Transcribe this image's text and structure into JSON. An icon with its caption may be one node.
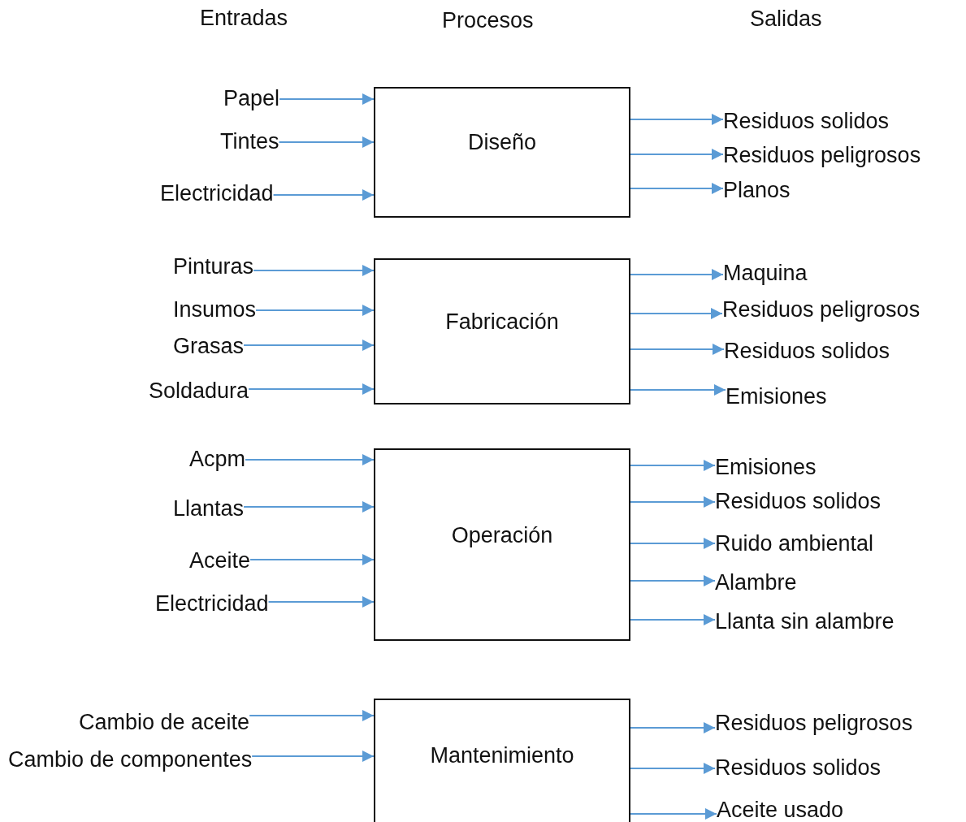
{
  "diagram": {
    "nodes": [
      {
        "text": [
          "Papel"
        ]
      },
      {
        "text": [
          "Tintes"
        ]
      },
      {
        "text": [
          "Electricidad"
        ]
      },
      {
        "text": [
          "Diseño"
        ]
      },
      {
        "text": [
          "Residuos solidos"
        ]
      },
      {
        "text": [
          "Residuos peligrosos"
        ]
      },
      {
        "text": [
          "Planos"
        ]
      },
      {
        "text": [
          "Pinturas"
        ]
      },
      {
        "text": [
          "Insumos"
        ]
      },
      {
        "text": [
          "Grasas"
        ]
      },
      {
        "text": [
          "Soldadura"
        ]
      },
      {
        "text": [
          "Fabricación"
        ]
      },
      {
        "text": [
          "Maquina"
        ]
      },
      {
        "text": [
          "Residuos peligrosos"
        ]
      },
      {
        "text": [
          "Residuos solidos"
        ]
      },
      {
        "text": [
          "Emisiones"
        ]
      },
      {
        "text": [
          "Acpm"
        ]
      },
      {
        "text": [
          "Llantas"
        ]
      },
      {
        "text": [
          "Aceite"
        ]
      },
      {
        "text": [
          "Electricidad"
        ]
      },
      {
        "text": [
          "Operación"
        ]
      },
      {
        "text": [
          "Emisiones"
        ]
      },
      {
        "text": [
          "Residuos solidos"
        ]
      },
      {
        "text": [
          "Ruido ambiental"
        ]
      },
      {
        "text": [
          "Alambre"
        ]
      },
      {
        "text": [
          "Llanta sin alambre"
        ]
      },
      {
        "text": [
          "Cambio de aceite"
        ]
      },
      {
        "text": [
          "Cambio de componentes"
        ]
      },
      {
        "text": [
          "Mantenimiento"
        ]
      },
      {
        "text": [
          "Residuos peligrosos"
        ]
      },
      {
        "text": [
          "Residuos solidos"
        ]
      },
      {
        "text": [
          "Aceite usado"
        ]
      }
    ],
    "edges": [
      {
        "from": 0,
        "to": 3,
        "arrow": "to"
      },
      {
        "from": 1,
        "to": 3,
        "arrow": "to"
      },
      {
        "from": 2,
        "to": 3,
        "arrow": "to"
      },
      {
        "from": 3,
        "to": 4,
        "arrow": "to"
      },
      {
        "from": 3,
        "to": 5,
        "arrow": "to"
      },
      {
        "from": 3,
        "to": 6,
        "arrow": "to"
      },
      {
        "from": 7,
        "to": 11,
        "arrow": "to"
      },
      {
        "from": 8,
        "to": 11,
        "arrow": "to"
      },
      {
        "from": 9,
        "to": 11,
        "arrow": "to"
      },
      {
        "from": 10,
        "to": 11,
        "arrow": "to"
      },
      {
        "from": 11,
        "to": 12,
        "arrow": "to"
      },
      {
        "from": 11,
        "to": 13,
        "arrow": "to"
      },
      {
        "from": 11,
        "to": 14,
        "arrow": "to"
      },
      {
        "from": 11,
        "to": 15,
        "arrow": "to"
      },
      {
        "from": 16,
        "to": 20,
        "arrow": "to"
      },
      {
        "from": 17,
        "to": 20,
        "arrow": "to"
      },
      {
        "from": 18,
        "to": 20,
        "arrow": "to"
      },
      {
        "from": 19,
        "to": 20,
        "arrow": "to"
      },
      {
        "from": 20,
        "to": 21,
        "arrow": "to"
      },
      {
        "from": 20,
        "to": 22,
        "arrow": "to"
      },
      {
        "from": 20,
        "to": 23,
        "arrow": "to"
      },
      {
        "from": 20,
        "to": 24,
        "arrow": "to"
      },
      {
        "from": 20,
        "to": 25,
        "arrow": "to"
      },
      {
        "from": 26,
        "to": 28,
        "arrow": "to"
      },
      {
        "from": 27,
        "to": 28,
        "arrow": "to"
      },
      {
        "from": 28,
        "to": 29,
        "arrow": "to"
      },
      {
        "from": 28,
        "to": 30,
        "arrow": "to"
      },
      {
        "from": 28,
        "to": 31,
        "arrow": "to"
      }
    ],
    "labels": [
      "Entradas",
      "Procesos",
      "Salidas"
    ]
  }
}
